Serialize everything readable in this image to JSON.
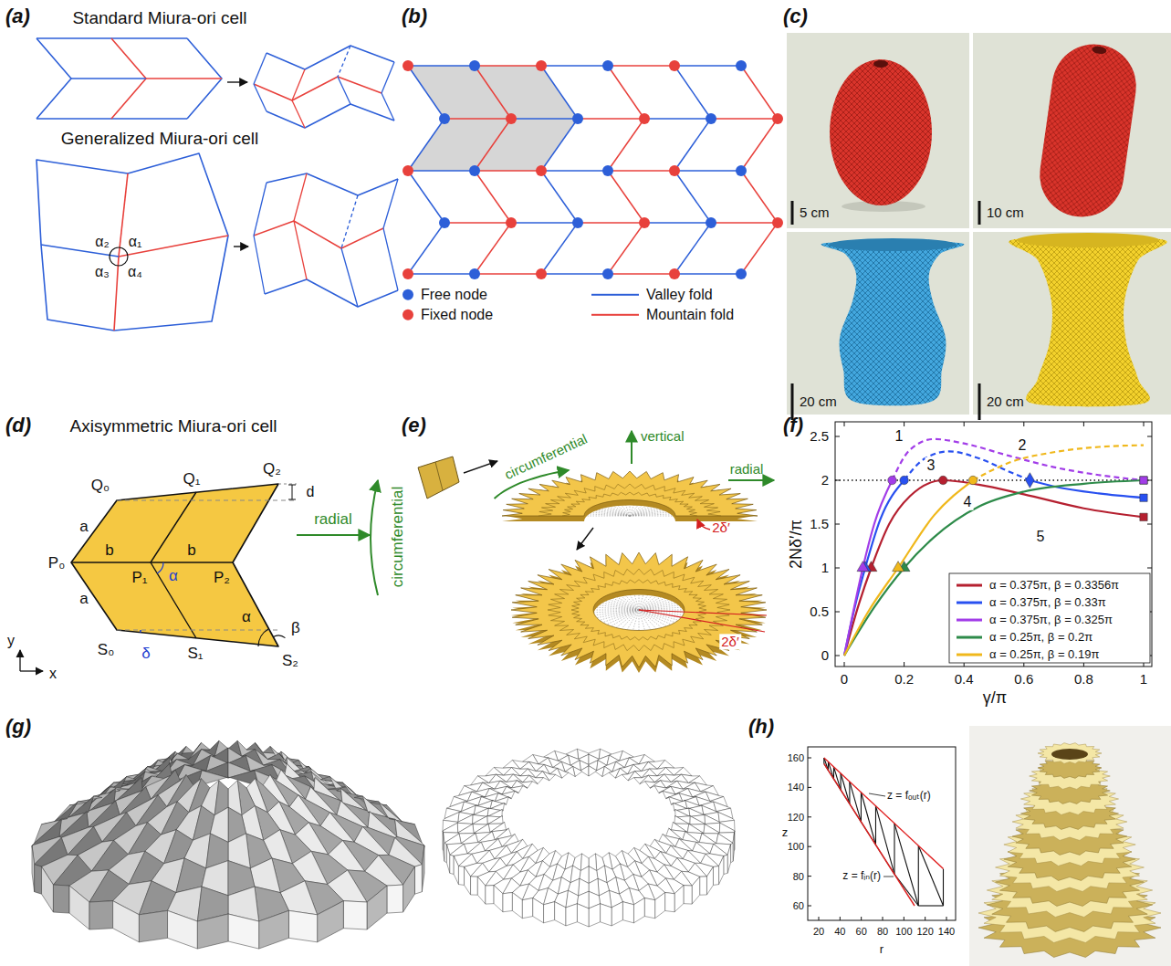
{
  "diagram": {
    "labels": [
      "(a)",
      "Standard Miura-ori cell",
      "Generalized Miura-ori cell",
      "α₂",
      "α₁",
      "α₃",
      "α₄",
      "(b)",
      "(c)",
      "5 cm",
      "10 cm",
      "20 cm",
      "20 cm",
      "(d)",
      "Axisymmetric Miura-ori cell",
      "Q₀",
      "Q₁",
      "Q₂",
      "d",
      "a",
      "b",
      "b",
      "P₀",
      "P₁",
      "α",
      "P₂",
      "radial",
      "circumferential",
      "a",
      "α",
      "β",
      "y",
      "S₀",
      "δ",
      "S₁",
      "S₂",
      "x",
      "(e)",
      "circumferential",
      "vertical",
      "radial",
      "2δ′",
      "2δ′",
      "(f)",
      "2Nδ′/π",
      "2.5",
      "2",
      "1.5",
      "1",
      "0.5",
      "0",
      "0",
      "0.2",
      "0.4",
      "0.6",
      "0.8",
      "1",
      "γ/π",
      "1",
      "2",
      "3",
      "4",
      "5",
      "(g)",
      "(h)",
      "160",
      "140",
      "120",
      "100",
      "80",
      "60",
      "z = fₒᵤₜ(r)",
      "z",
      "z = fᵢₙ(r)",
      "20",
      "40",
      "60",
      "80",
      "100",
      "120",
      "140",
      "r"
    ],
    "legend": [
      {
        "text": "Free node",
        "color": "#2d5fd8"
      },
      {
        "text": "Fixed node",
        "color": "#e8413c"
      },
      {
        "text": "Valley fold"
      },
      {
        "text": "Mountain fold"
      },
      {
        "text": "α = 0.375π, β = 0.3356π"
      },
      {
        "text": "α = 0.375π, β = 0.33π"
      },
      {
        "text": "α = 0.375π, β = 0.325π"
      },
      {
        "text": "α = 0.25π, β = 0.2π"
      },
      {
        "text": "α = 0.25π, β = 0.19π"
      }
    ]
  }
}
